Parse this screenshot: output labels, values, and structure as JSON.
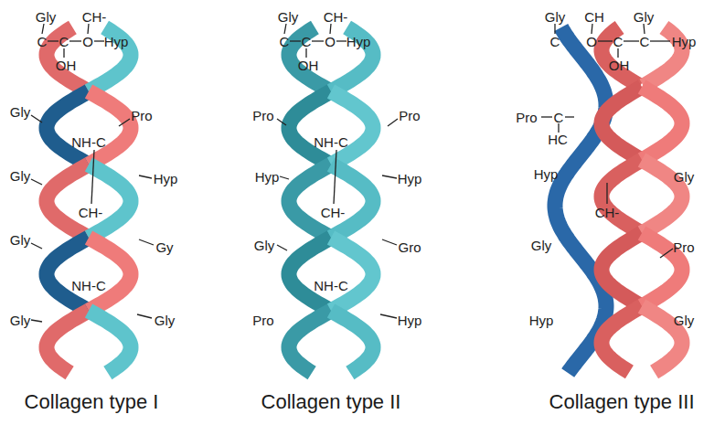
{
  "diagram": {
    "labels": [
      "Gly",
      "CH-",
      "C",
      "C",
      "O",
      "Hyp",
      "OH",
      "Gly",
      "Pro",
      "NH-C",
      "Gly",
      "Hyp",
      "CH-",
      "Gly",
      "Gy",
      "NH-C",
      "Gly",
      "Gly",
      "Gly",
      "CH-",
      "C",
      "C",
      "O",
      "Hyp",
      "OH",
      "Pro",
      "Pro",
      "NH-C",
      "Hyp",
      "Hyp",
      "CH-",
      "Gly",
      "Gro",
      "NH-C",
      "Pro",
      "Hyp",
      "Gly",
      "CH",
      "Gly",
      "C",
      "O",
      "C",
      "C",
      "Hyp",
      "OH",
      "Pro",
      "C",
      "HC",
      "Hyp",
      "Gly",
      "CH-",
      "Gly",
      "Pro",
      "Hyp",
      "Gly",
      "Collagen type I",
      "Collagen type II",
      "Collagen type III"
    ]
  }
}
